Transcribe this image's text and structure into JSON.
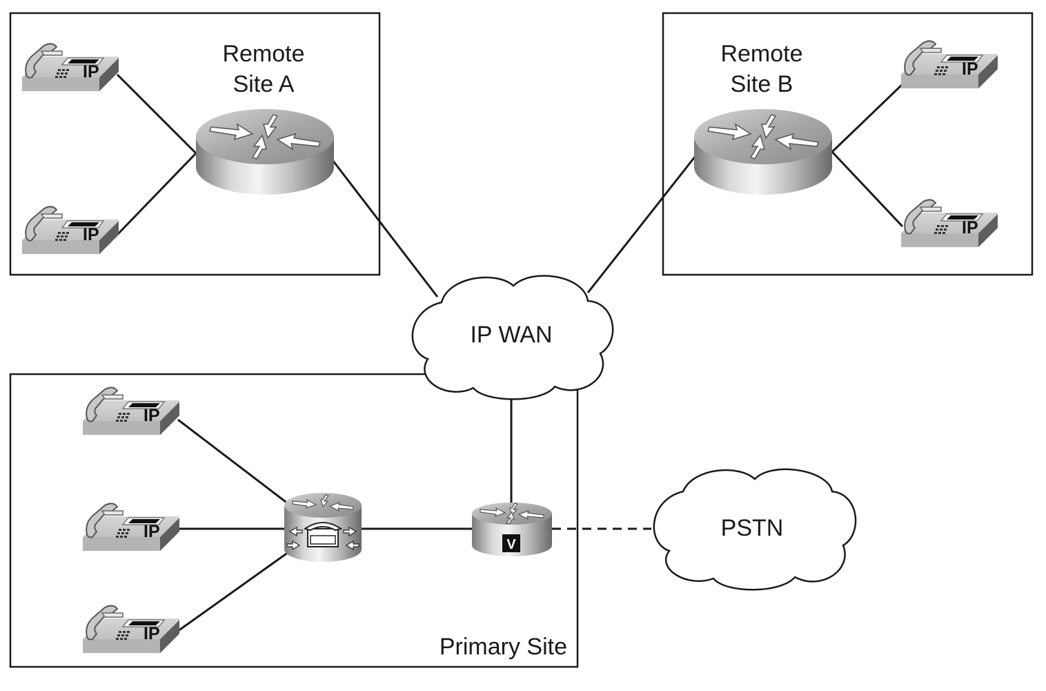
{
  "sites": {
    "remote_a": {
      "line1": "Remote",
      "line2": "Site A"
    },
    "remote_b": {
      "line1": "Remote",
      "line2": "Site B"
    },
    "primary": {
      "label": "Primary Site"
    }
  },
  "clouds": {
    "wan": "IP WAN",
    "pstn": "PSTN"
  },
  "phone": {
    "label": "IP"
  },
  "voice_gateway": {
    "badge": "V"
  },
  "colors": {
    "line": "#1a1a1a",
    "device_light": "#e6e6e6",
    "device_mid": "#b8b8b8",
    "device_dark": "#6e6e6e",
    "phone_screen": "#111111"
  },
  "icons": {
    "phone": "ip-phone-icon",
    "router": "router-icon",
    "call_manager": "call-manager-router-icon",
    "gateway": "voice-gateway-icon",
    "cloud": "cloud-icon"
  }
}
